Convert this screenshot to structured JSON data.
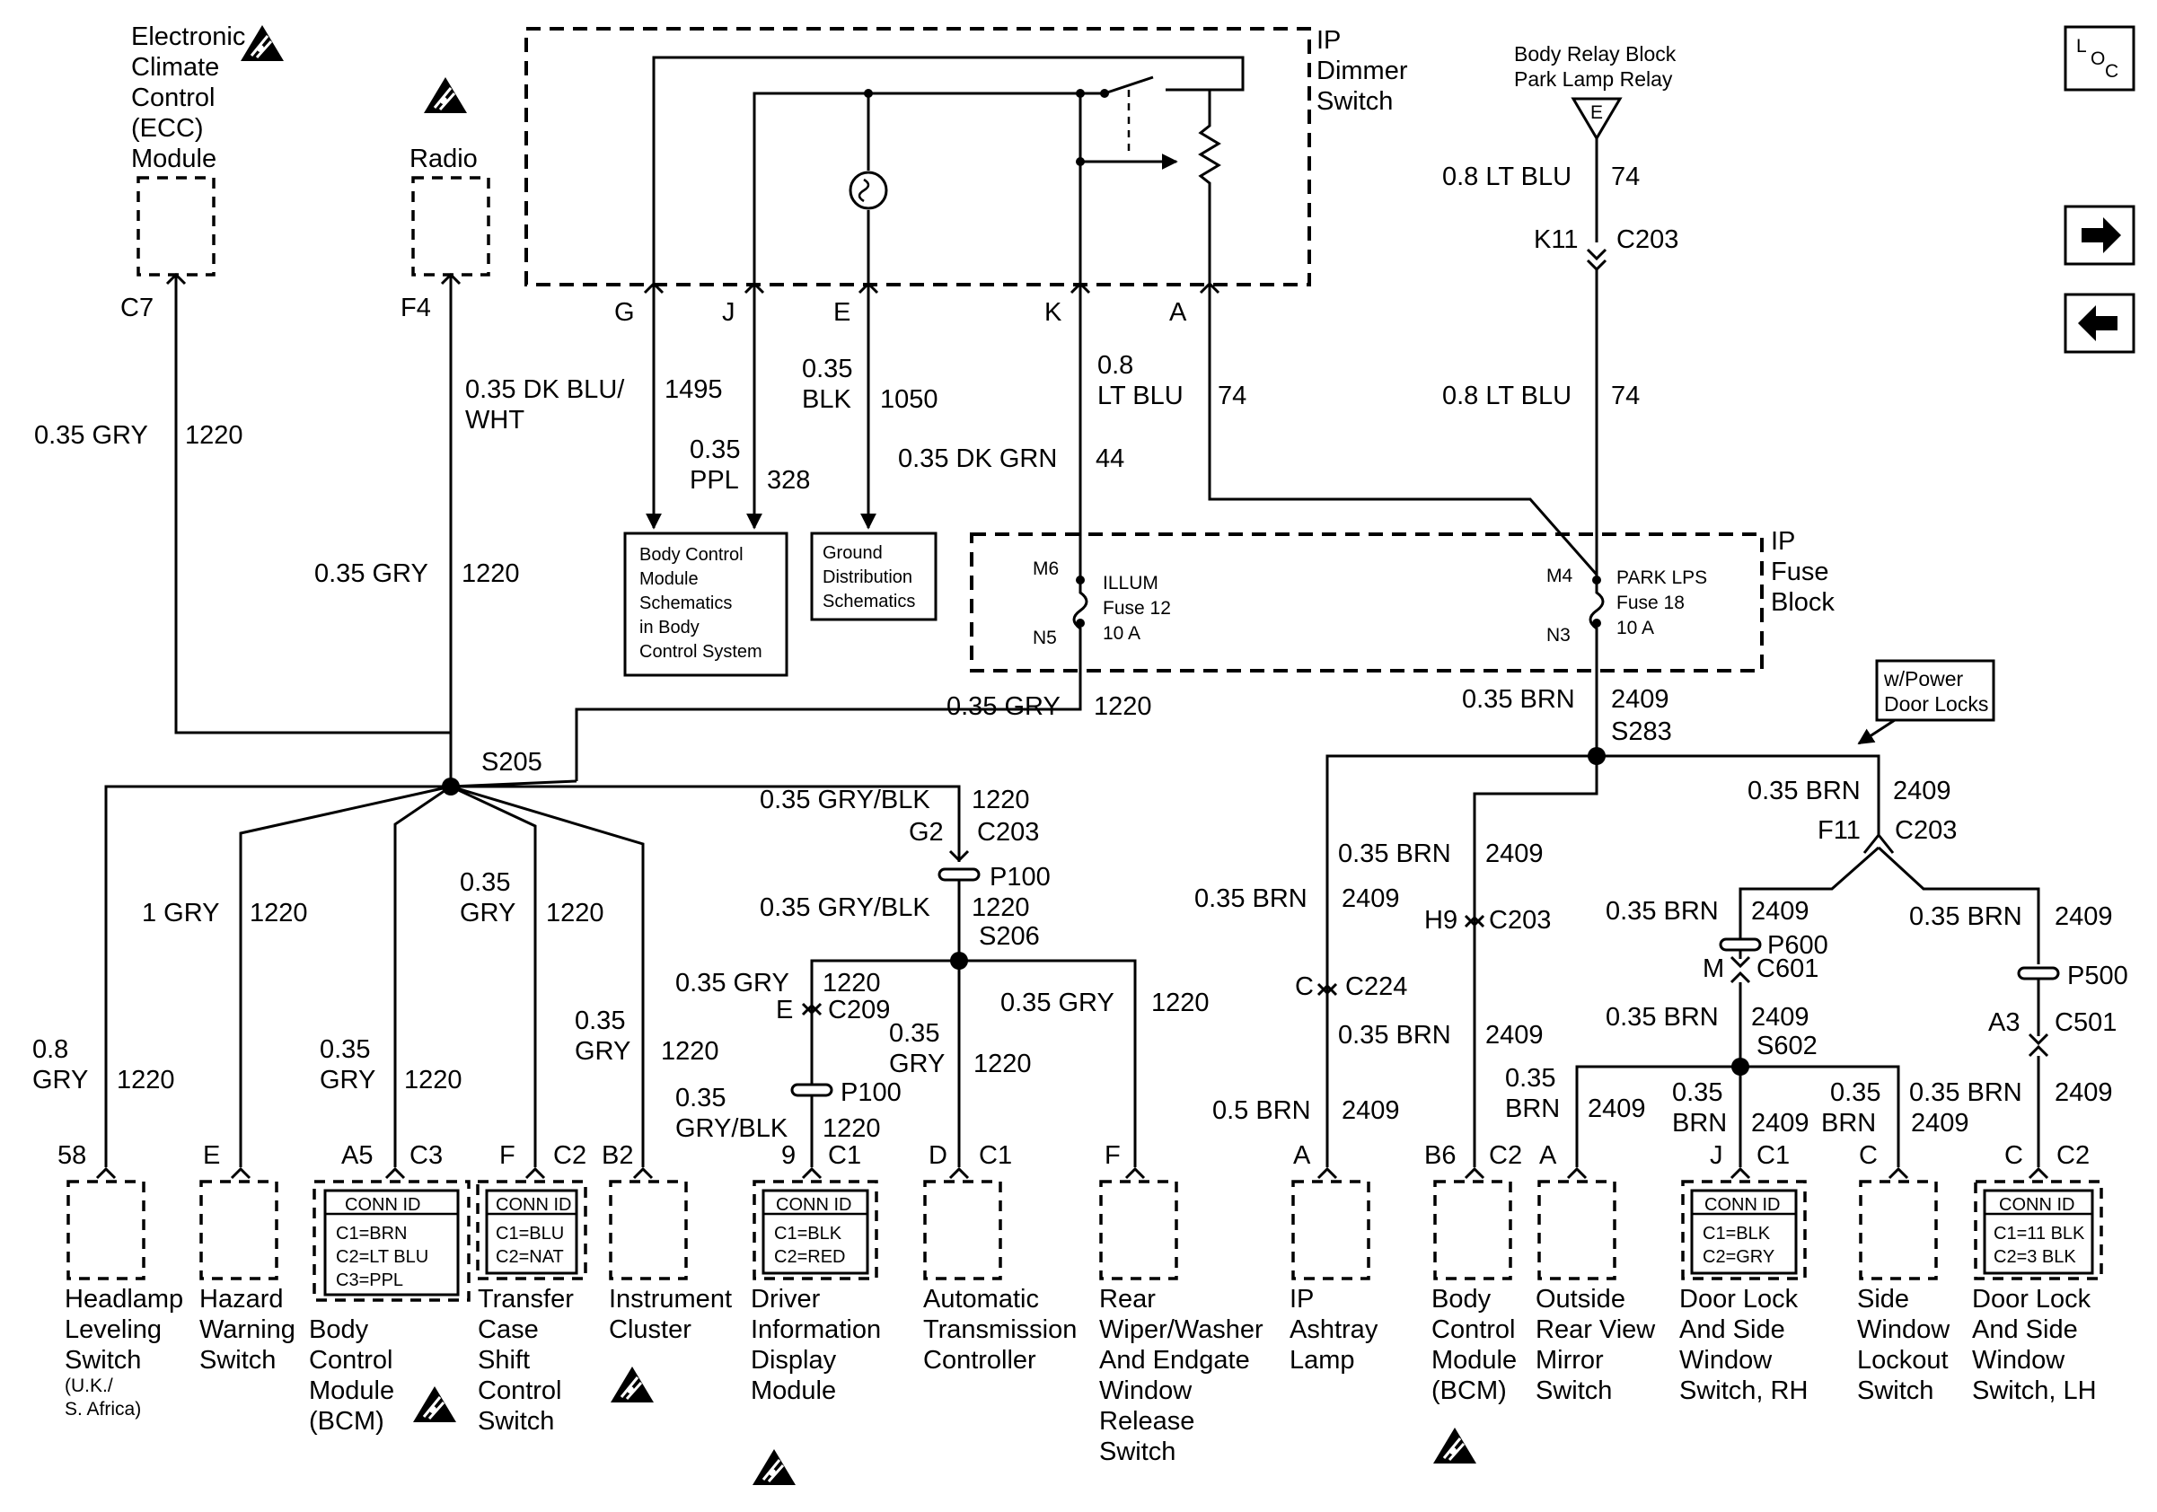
{
  "switch_block": {
    "title_l1": "IP",
    "title_l2": "Dimmer",
    "title_l3": "Switch",
    "pins": [
      "G",
      "J",
      "E",
      "K",
      "A"
    ]
  },
  "fuse_block": {
    "title_l1": "IP",
    "title_l2": "Fuse",
    "title_l3": "Block",
    "fuse12": {
      "in_pin": "M6",
      "out_pin": "N5",
      "l1": "ILLUM",
      "l2": "Fuse 12",
      "l3": "10 A"
    },
    "fuse18": {
      "in_pin": "M4",
      "out_pin": "N3",
      "l1": "PARK LPS",
      "l2": "Fuse 18",
      "l3": "10 A"
    }
  },
  "relay": {
    "l1": "Body Relay Block",
    "l2": "Park Lamp Relay",
    "pin": "E"
  },
  "top_modules": {
    "ecc": {
      "l1": "Electronic",
      "l2": "Climate",
      "l3": "Control",
      "l4": "(ECC)",
      "l5": "Module",
      "pin": "C7"
    },
    "radio": {
      "label": "Radio",
      "pin": "F4"
    }
  },
  "wires": {
    "ecc_wire": {
      "gauge": "0.35 GRY",
      "circuit": "1220"
    },
    "radio_wire": {
      "gauge_l1": "0.35 DK BLU/",
      "gauge_l2": "WHT",
      "circuit": "1495"
    },
    "radio_lower": {
      "gauge": "0.35 GRY",
      "circuit": "1220"
    },
    "j_wire": {
      "gauge_l1": "0.35",
      "gauge_l2": "PPL",
      "circuit": "328"
    },
    "e_wire": {
      "gauge_l1": "0.35",
      "gauge_l2": "BLK",
      "circuit": "1050"
    },
    "k_wire": {
      "gauge_l1": "0.8",
      "gauge_l2": "LT BLU",
      "circuit": "74"
    },
    "dkgrn_wire": {
      "gauge": "0.35 DK GRN",
      "circuit": "44"
    },
    "relay_wire": {
      "gauge": "0.8 LT BLU",
      "circuit": "74"
    },
    "relay_wire2": {
      "gauge": "0.8 LT BLU",
      "circuit": "74"
    },
    "n5_wire": {
      "gauge": "0.35 GRY",
      "circuit": "1220"
    },
    "n3_wire": {
      "gauge": "0.35 BRN",
      "circuit": "2409"
    },
    "gryblk_top": {
      "gauge": "0.35 GRY/BLK",
      "circuit": "1220"
    },
    "gryblk_mid": {
      "gauge": "0.35 GRY/BLK",
      "circuit": "1220"
    },
    "headlamp_wire": {
      "gauge_l1": "0.8",
      "gauge_l2": "GRY",
      "circuit": "1220"
    },
    "hazard_wire": {
      "gauge": "1 GRY",
      "circuit": "1220"
    },
    "bcm_wire": {
      "gauge_l1": "0.35",
      "gauge_l2": "GRY",
      "circuit": "1220"
    },
    "transfer_wire": {
      "gauge_l1": "0.35",
      "gauge_l2": "GRY",
      "circuit": "1220"
    },
    "cluster_wire": {
      "gauge_l1": "0.35",
      "gauge_l2": "GRY",
      "circuit": "1220"
    },
    "c209_wire": {
      "gauge": "0.35 GRY",
      "circuit": "1220"
    },
    "dim_lower": {
      "gauge_l1": "0.35",
      "gauge_l2": "GRY/BLK",
      "circuit": "1220"
    },
    "atc_wire": {
      "gauge_l1": "0.35",
      "gauge_l2": "GRY",
      "circuit": "1220"
    },
    "wiper_wire": {
      "gauge": "0.35 GRY",
      "circuit": "1220"
    },
    "ashtray_wire1": {
      "gauge": "0.35 BRN",
      "circuit": "2409"
    },
    "ashtray_wire2": {
      "gauge": "0.35 BRN",
      "circuit": "2409"
    },
    "ashtray_wire3": {
      "gauge": "0.5 BRN",
      "circuit": "2409"
    },
    "bcm2_wire": {
      "gauge": "0.35 BRN",
      "circuit": "2409"
    },
    "bcm2_lower": {
      "gauge": "0.35 BRN",
      "circuit": "2409"
    },
    "pdl_wire": {
      "gauge": "0.35 BRN",
      "circuit": "2409"
    },
    "p600_wire": {
      "gauge": "0.35 BRN",
      "circuit": "2409"
    },
    "c601_wire": {
      "gauge": "0.35 BRN",
      "circuit": "2409"
    },
    "mirror_wire": {
      "gauge_l1": "0.35",
      "gauge_l2": "BRN",
      "circuit": "2409"
    },
    "dlrh_wire": {
      "gauge_l1": "0.35",
      "gauge_l2": "BRN",
      "circuit": "2409"
    },
    "lockout_wire": {
      "gauge_l1": "0.35",
      "gauge_l2": "BRN",
      "circuit": "2409"
    },
    "p500_wire": {
      "gauge": "0.35 BRN",
      "circuit": "2409"
    },
    "dllh_wire": {
      "gauge": "0.35 BRN",
      "circuit": "2409"
    }
  },
  "connectors": {
    "k11": {
      "pin": "K11",
      "conn": "C203"
    },
    "g2": {
      "pin": "G2",
      "conn": "C203"
    },
    "p100a": "P100",
    "p100b": "P100",
    "c209": {
      "pin": "E",
      "conn": "C209"
    },
    "f11": {
      "pin": "F11",
      "conn": "C203"
    },
    "h9": {
      "pin": "H9",
      "conn": "C203"
    },
    "c224": {
      "pin": "C",
      "conn": "C224"
    },
    "p600": "P600",
    "c601": {
      "pin": "M",
      "conn": "C601"
    },
    "p500": "P500",
    "c501": {
      "pin": "A3",
      "conn": "C501"
    }
  },
  "splices": {
    "s205": "S205",
    "s206": "S206",
    "s283": "S283",
    "s602": "S602"
  },
  "option_box": {
    "l1": "w/Power",
    "l2": "Door Locks"
  },
  "ref_boxes": {
    "bcm_ref": {
      "l1": "Body Control",
      "l2": "Module",
      "l3": "Schematics",
      "l4": "in Body",
      "l5": "Control System"
    },
    "ground_ref": {
      "l1": "Ground",
      "l2": "Distribution",
      "l3": "Schematics"
    }
  },
  "conn_id_tables": {
    "bcm": {
      "title": "CONN ID",
      "rows": [
        "C1=BRN",
        "C2=LT BLU",
        "C3=PPL"
      ]
    },
    "tcs": {
      "title": "CONN ID",
      "rows": [
        "C1=BLU",
        "C2=NAT"
      ]
    },
    "dim": {
      "title": "CONN ID",
      "rows": [
        "C1=BLK",
        "C2=RED"
      ]
    },
    "dlrh": {
      "title": "CONN ID",
      "rows": [
        "C1=BLK",
        "C2=GRY"
      ]
    },
    "dllh": {
      "title": "CONN ID",
      "rows": [
        "C1=11 BLK",
        "C2=3 BLK"
      ]
    }
  },
  "bottom_modules": {
    "headlamp": {
      "pin": "58",
      "l1": "Headlamp",
      "l2": "Leveling",
      "l3": "Switch",
      "l4": "(U.K./",
      "l5": "S. Africa)"
    },
    "hazard": {
      "pin": "E",
      "l1": "Hazard",
      "l2": "Warning",
      "l3": "Switch"
    },
    "bcm": {
      "pin": "A5",
      "conn": "C3",
      "l1": "Body",
      "l2": "Control",
      "l3": "Module",
      "l4": "(BCM)"
    },
    "tcs": {
      "pin": "F",
      "conn": "C2",
      "l1": "Transfer",
      "l2": "Case",
      "l3": "Shift",
      "l4": "Control",
      "l5": "Switch"
    },
    "cluster": {
      "pin": "B2",
      "l1": "Instrument",
      "l2": "Cluster"
    },
    "dim": {
      "pin": "9",
      "conn": "C1",
      "l1": "Driver",
      "l2": "Information",
      "l3": "Display",
      "l4": "Module"
    },
    "atc": {
      "pin": "D",
      "conn": "C1",
      "l1": "Automatic",
      "l2": "Transmission",
      "l3": "Controller"
    },
    "wiper": {
      "pin": "F",
      "l1": "Rear",
      "l2": "Wiper/Washer",
      "l3": "And Endgate",
      "l4": "Window",
      "l5": "Release",
      "l6": "Switch"
    },
    "ashtray": {
      "pin": "A",
      "l1": "IP",
      "l2": "Ashtray",
      "l3": "Lamp"
    },
    "bcm2": {
      "pin": "B6",
      "conn": "C2",
      "l1": "Body",
      "l2": "Control",
      "l3": "Module",
      "l4": "(BCM)"
    },
    "mirror": {
      "pin": "A",
      "l1": "Outside",
      "l2": "Rear View",
      "l3": "Mirror",
      "l4": "Switch"
    },
    "dlrh": {
      "pin": "J",
      "conn": "C1",
      "l1": "Door Lock",
      "l2": "And Side",
      "l3": "Window",
      "l4": "Switch, RH"
    },
    "lockout": {
      "pin": "C",
      "l1": "Side",
      "l2": "Window",
      "l3": "Lockout",
      "l4": "Switch"
    },
    "dllh": {
      "pin": "C",
      "conn": "C2",
      "l1": "Door Lock",
      "l2": "And Side",
      "l3": "Window",
      "l4": "Switch, LH"
    }
  },
  "nav": {
    "loc_l": "L",
    "loc_o": "O",
    "loc_c": "C",
    "forward_icon": "arrow-right-icon",
    "back_icon": "arrow-left-icon"
  }
}
